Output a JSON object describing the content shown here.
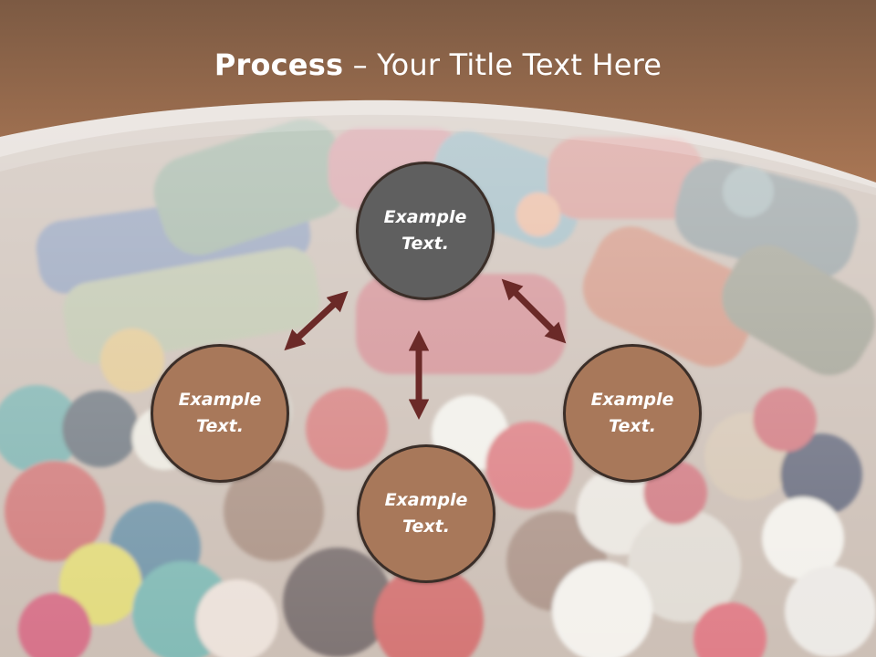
{
  "title": {
    "bold": "Process",
    "rest": " – Your Title Text Here"
  },
  "nodes": {
    "top": {
      "label": "Example Text."
    },
    "left": {
      "label": "Example Text."
    },
    "right": {
      "label": "Example Text."
    },
    "bottom": {
      "label": "Example Text."
    }
  },
  "colors": {
    "header": "#a06e4e",
    "node_dark": "#5f5f5f",
    "node_brown": "#a8785a",
    "arrow": "#6b2a28"
  },
  "background_image": "sewing-buttons-and-thread-spools"
}
